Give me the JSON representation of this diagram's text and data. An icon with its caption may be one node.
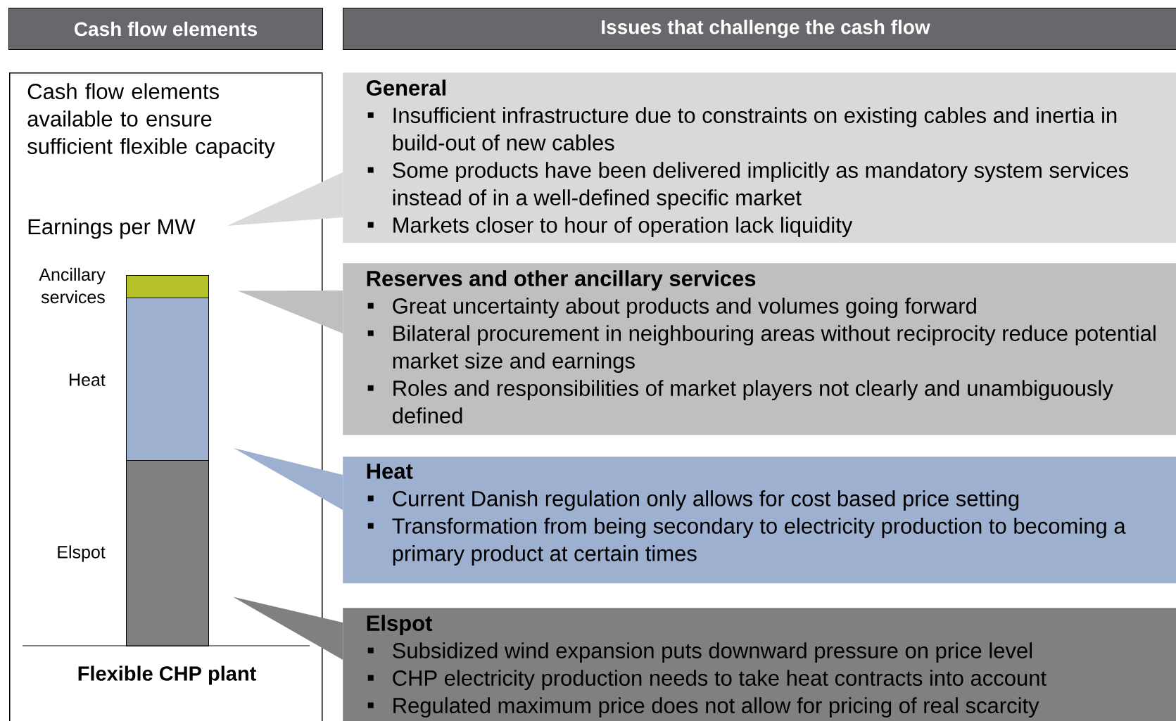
{
  "diagram": {
    "nodes": [
      {
        "text": [
          "Cash flow elements"
        ]
      },
      {
        "text": [
          "Issues that challenge the cash flow"
        ]
      },
      {
        "text": [
          "Cash flow elements available to ensure sufficient flexible capacity",
          "Flexible CHP plant"
        ]
      },
      {
        "text": [
          "Earnings per MW"
        ],
        "in": 2
      },
      {
        "text": [],
        "shape": "bar",
        "beside": [
          "Ancillary services"
        ],
        "in": 2
      },
      {
        "text": [],
        "shape": "bar",
        "beside": [
          "Heat"
        ],
        "in": 2
      },
      {
        "text": [],
        "shape": "bar",
        "beside": [
          "Elspot"
        ],
        "in": 2
      },
      {
        "text": [
          "General",
          "Insufficient infrastructure due to constraints on existing cables and inertia in build-out of new cables",
          "Some products have been delivered implicitly as mandatory system services instead of in a well-defined specific market",
          "Markets closer to hour of operation lack liquidity"
        ]
      },
      {
        "text": [
          "Reserves and other ancillary services",
          "Great uncertainty about products and volumes going forward",
          "Bilateral procurement in neighbouring areas without reciprocity reduce potential market size and earnings",
          "Roles and responsibilities of market players not clearly and unambiguously defined"
        ]
      },
      {
        "text": [
          "Heat",
          "Current Danish regulation only allows for cost based price setting",
          "Transformation from being secondary to electricity production to becoming a primary product at certain times"
        ]
      },
      {
        "text": [
          "Elspot",
          "Subsidized wind expansion puts downward pressure on price level",
          "CHP electricity production needs to take heat contracts into account",
          "Regulated maximum price does not allow for pricing of real scarcity"
        ]
      }
    ],
    "edges": [
      {
        "from": 7,
        "to": 3,
        "arrow": "none",
        "color": "#d9d9d9"
      },
      {
        "from": 8,
        "to": 4,
        "arrow": "none",
        "color": "#bfbfbf"
      },
      {
        "from": 9,
        "to": 5,
        "arrow": "none",
        "color": "#9eb0cf"
      },
      {
        "from": 10,
        "to": 6,
        "arrow": "none",
        "color": "#808080"
      }
    ]
  }
}
